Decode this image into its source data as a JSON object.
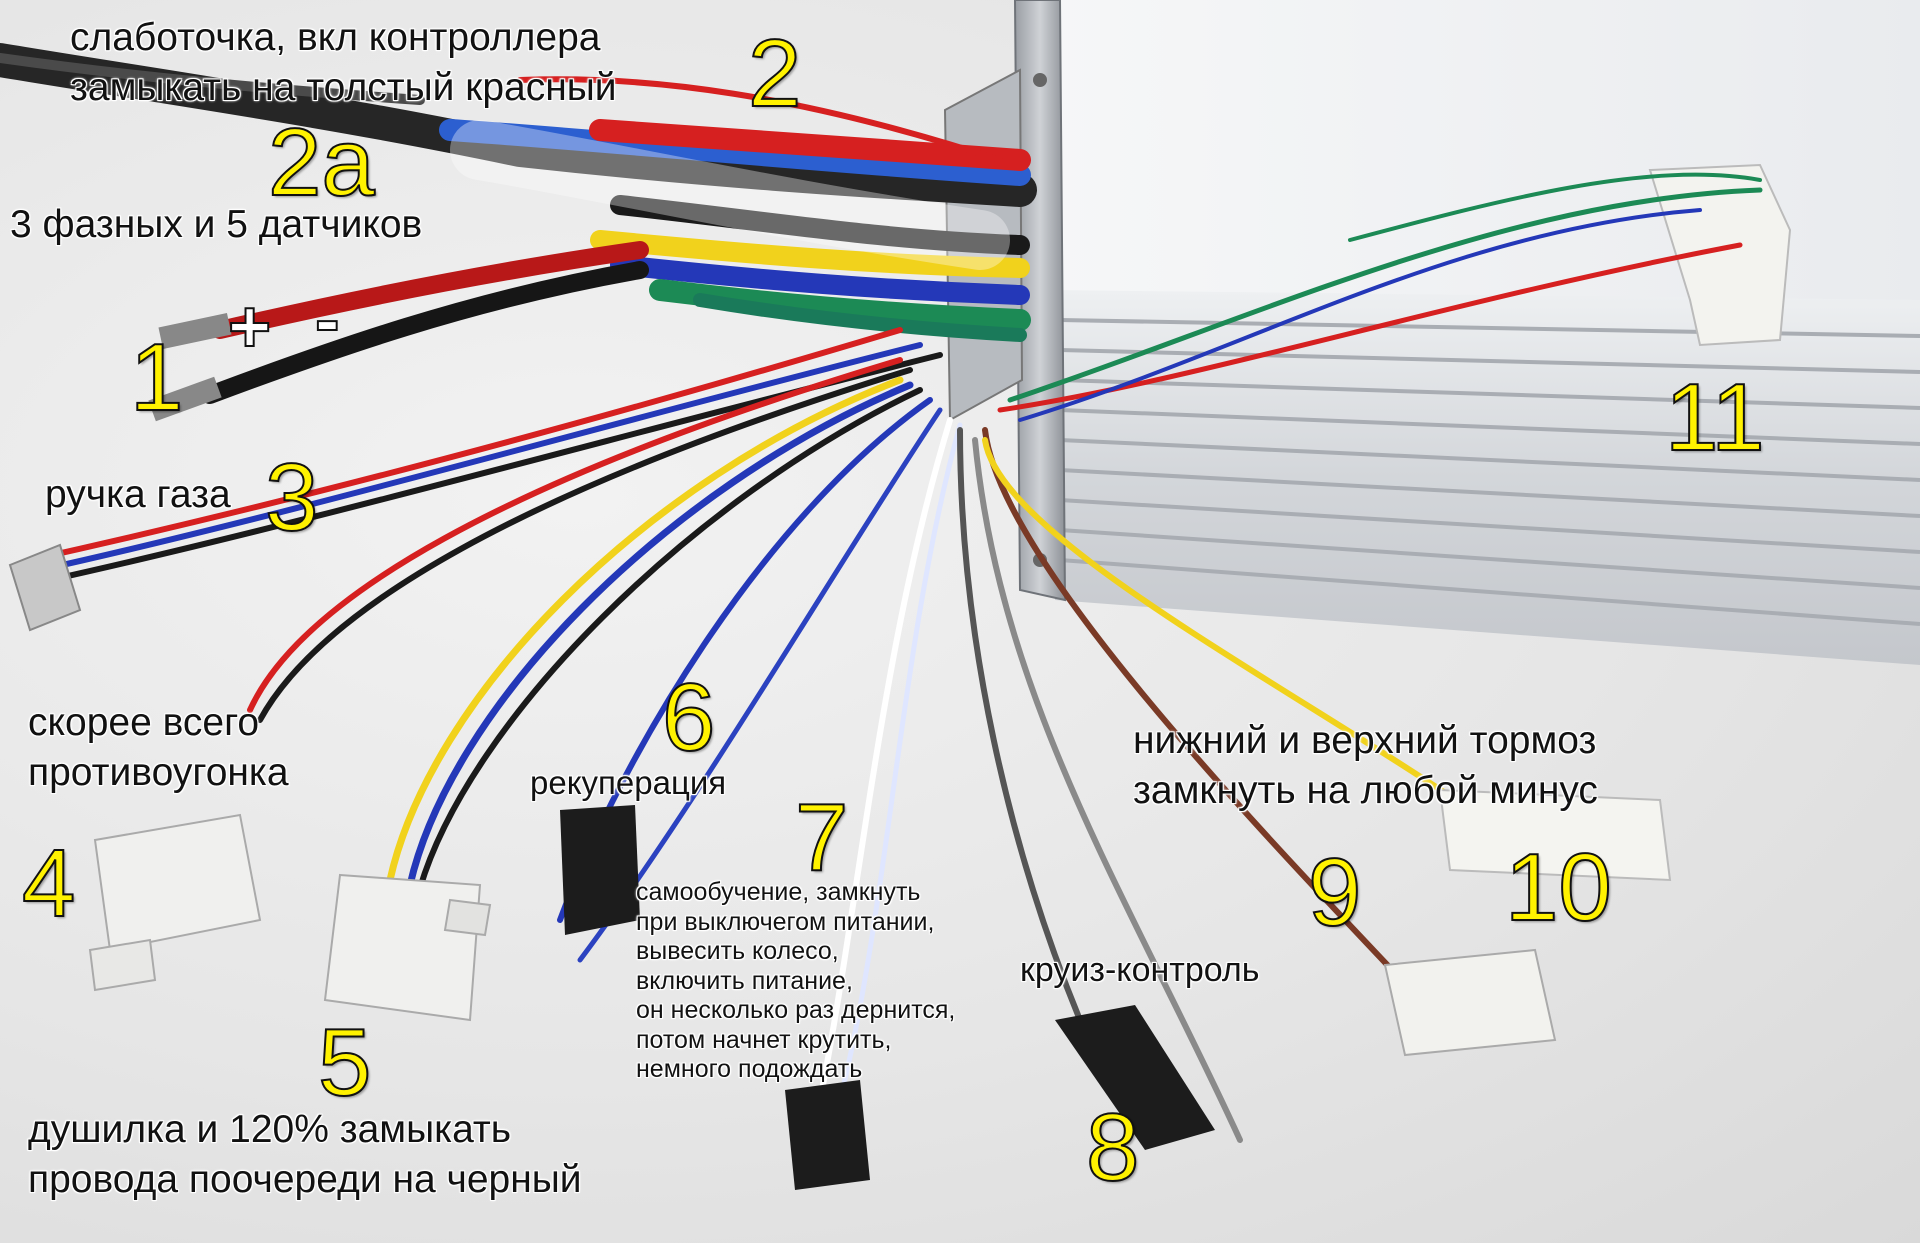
{
  "colors": {
    "number_fill": "#fff200",
    "number_outline": "#111111",
    "label_text": "#111111",
    "wire_red": "#d62020",
    "wire_black": "#1a1a1a",
    "wire_blue": "#2438b8",
    "wire_yellow": "#f1d21c",
    "wire_green": "#1c8a55",
    "wire_brown": "#7a3a26",
    "wire_gray": "#8a8a8a",
    "wire_white": "#f4f6fb",
    "housing_aluminum": "#d7d9dc"
  },
  "labels": {
    "low_current_line1": "слаботочка, вкл контроллера",
    "low_current_line2": "замыкать на толстый красный",
    "phases_sensors": "3 фазных и 5 датчиков",
    "throttle": "ручка газа",
    "antitheft_line1": "скорее всего",
    "antitheft_line2": "противоугонка",
    "limiter_line1": "душилка и 120% замыкать",
    "limiter_line2": "провода поочереди на черный",
    "regen": "рекуперация",
    "selflearn_lines": [
      "самообучение, замкнуть",
      "при выключегом питании,",
      "вывесить колесо,",
      "включить питание,",
      "он несколько раз дернится,",
      "потом начнет крутить,",
      "немного подождать"
    ],
    "cruise": "круиз-контроль",
    "brake_line1": "нижний и верхний тормоз",
    "brake_line2": "замкнуть на любой минус"
  },
  "numbers": {
    "n1": "1",
    "n2": "2",
    "n2a": "2а",
    "n3": "3",
    "n4": "4",
    "n5": "5",
    "n6": "6",
    "n7": "7",
    "n8": "8",
    "n9": "9",
    "n10": "10",
    "n11": "11"
  },
  "symbols": {
    "plus": "+",
    "minus": "-"
  }
}
